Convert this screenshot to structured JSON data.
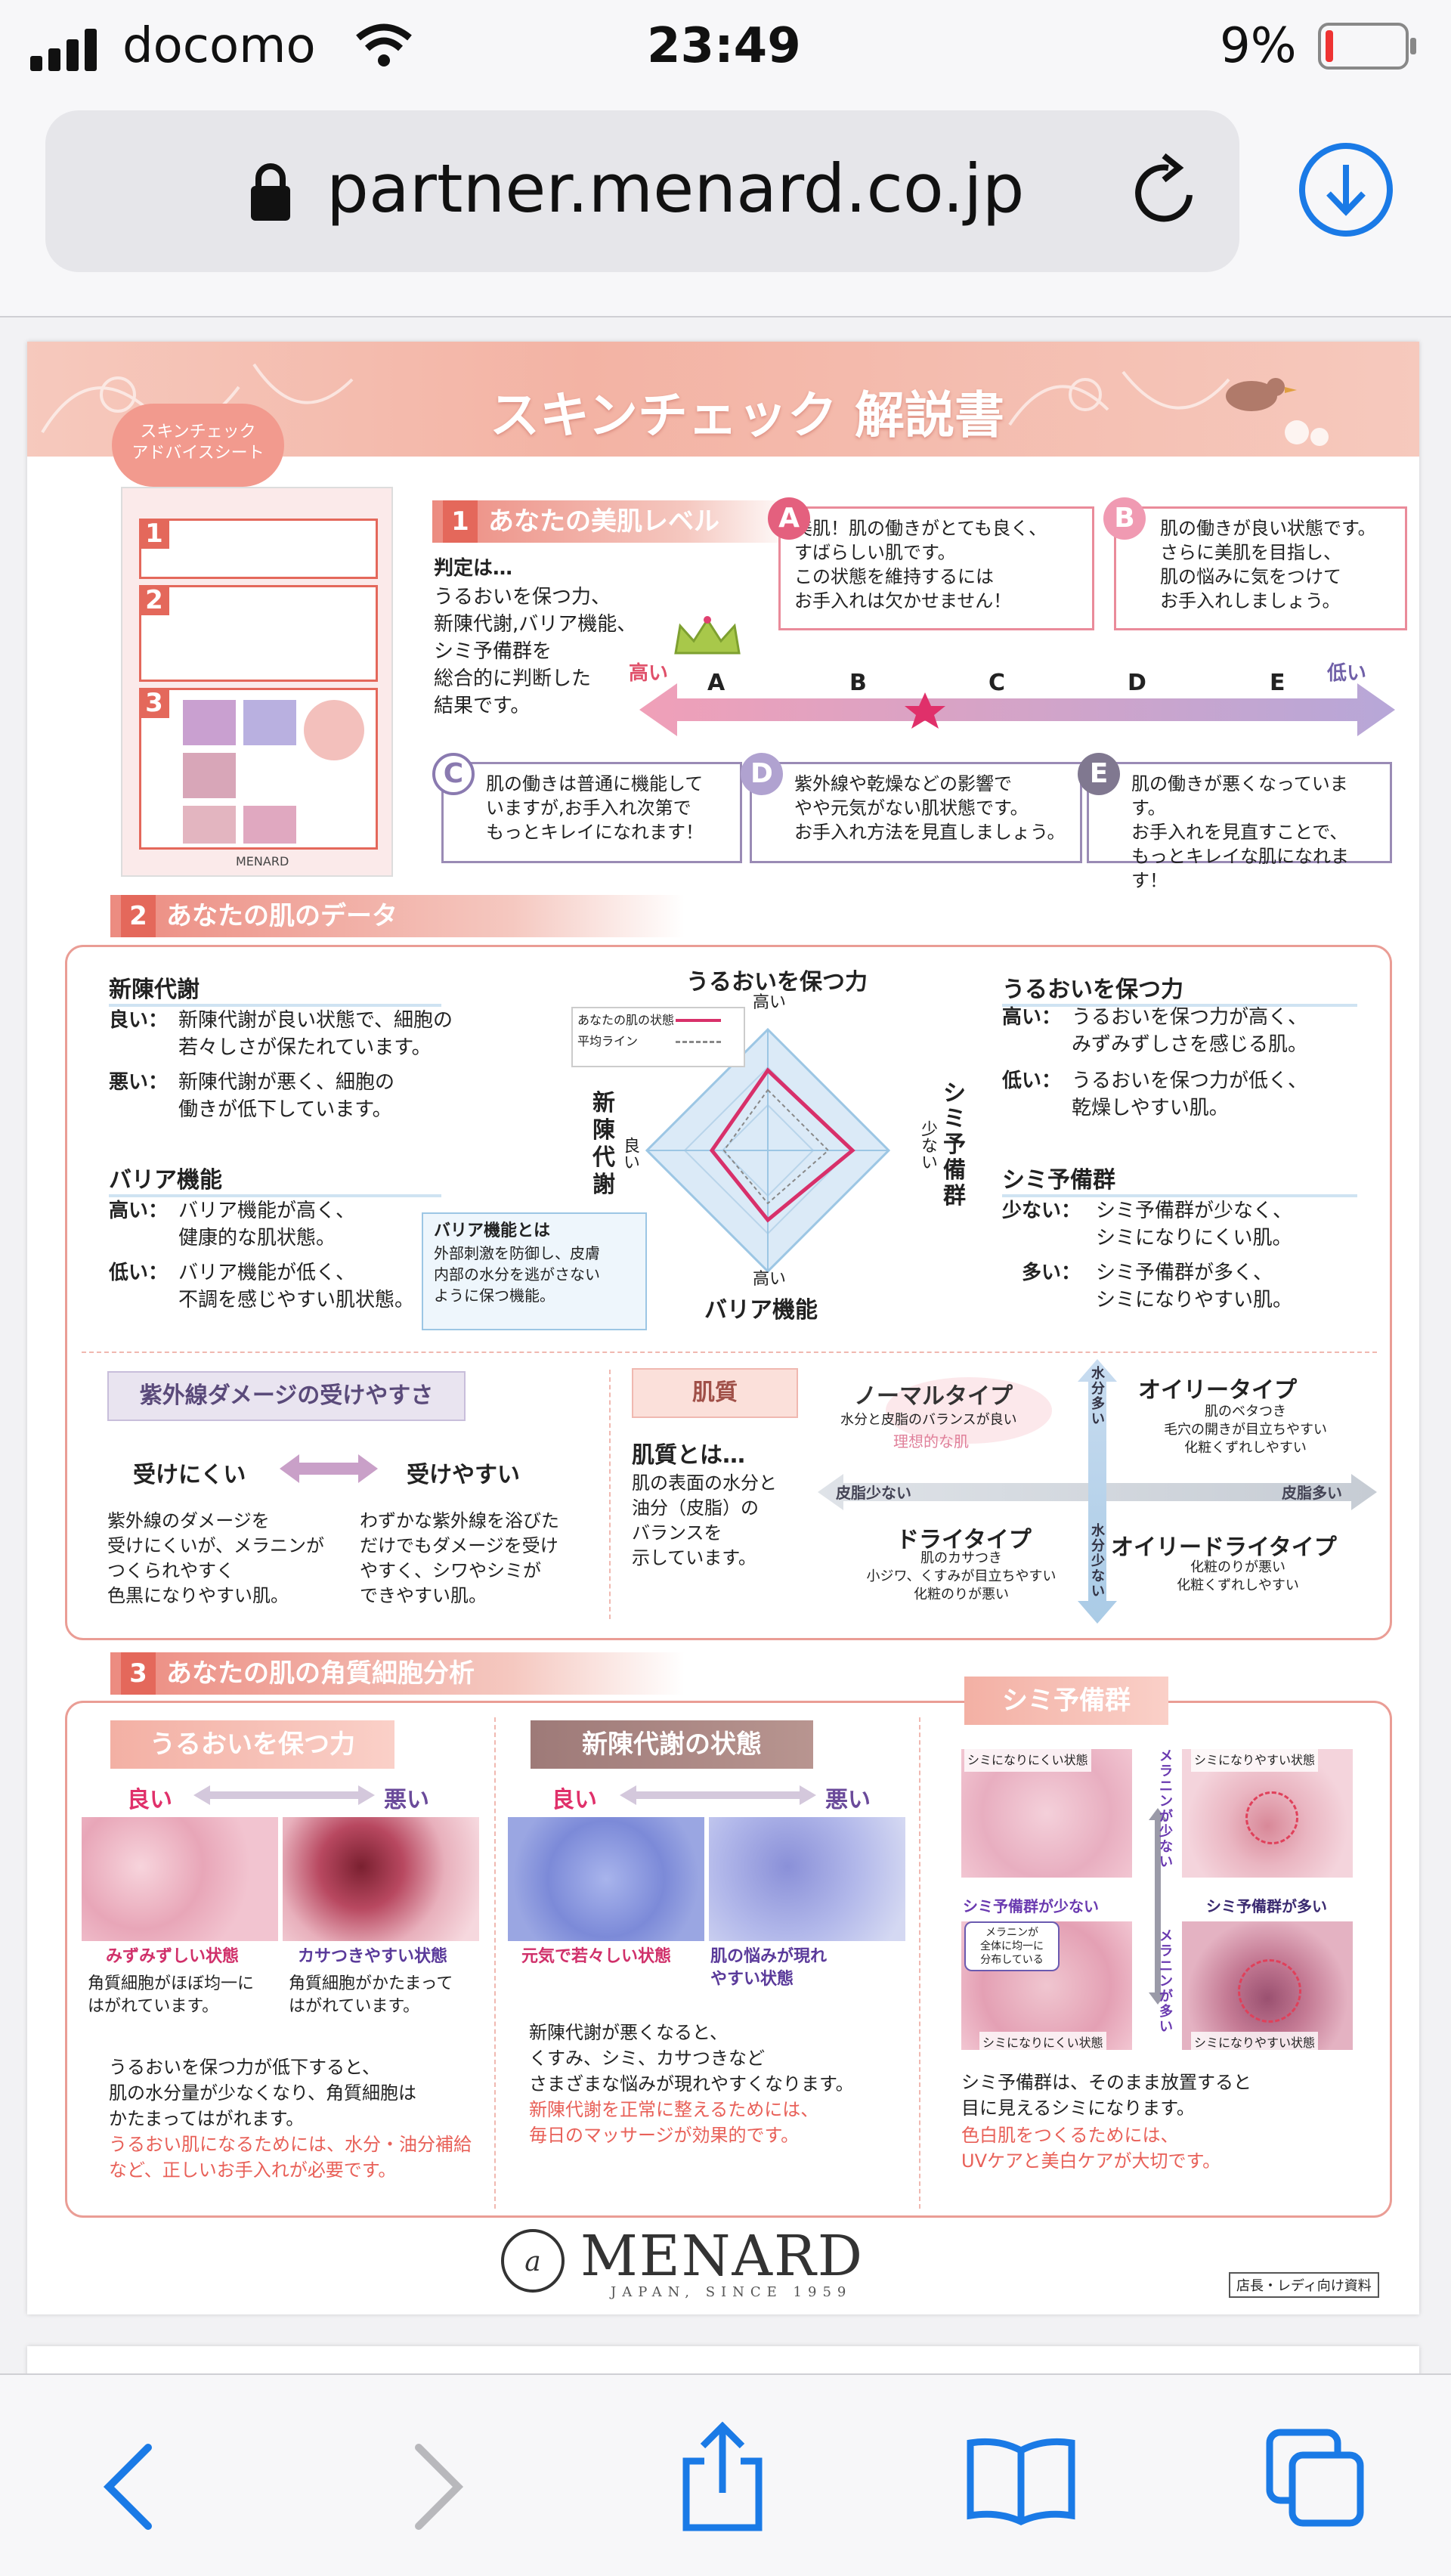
{
  "status": {
    "carrier": "docomo",
    "time": "23:49",
    "battery": "9%"
  },
  "browser": {
    "url": "partner.menard.co.jp"
  },
  "doc": {
    "header_title": "スキンチェック 解説書",
    "cloud_label": "スキンチェック\nアドバイスシート",
    "thumb_nums": [
      "1",
      "2",
      "3"
    ],
    "thumb_brand": "MENARD",
    "s1": {
      "num": "1",
      "title": "あなたの美肌レベル",
      "judge_title": "判定は…",
      "judge_text": "うるおいを保つ力、\n新陳代謝,バリア機能、\nシミ予備群を\n総合的に判断した\n結果です。",
      "high": "高い",
      "low": "低い",
      "levels": [
        "A",
        "B",
        "C",
        "D",
        "E"
      ],
      "notes": [
        {
          "badge": "A",
          "text": "美肌！肌の働きがとても良く、\nすばらしい肌です。\nこの状態を維持するには\nお手入れは欠かせません！"
        },
        {
          "badge": "B",
          "text": "肌の働きが良い状態です。\nさらに美肌を目指し、\n肌の悩みに気をつけて\nお手入れしましょう。"
        },
        {
          "badge": "C",
          "text": "肌の働きは普通に機能して\nいますが,お手入れ次第で\nもっとキレイになれます！"
        },
        {
          "badge": "D",
          "text": "紫外線や乾燥などの影響で\nやや元気がない肌状態です。\nお手入れ方法を見直しましょう。"
        },
        {
          "badge": "E",
          "text": "肌の働きが悪くなっています。\nお手入れを見直すことで、\nもっとキレイな肌になれます！"
        }
      ]
    },
    "s2": {
      "num": "2",
      "title": "あなたの肌のデータ",
      "turnover": {
        "title": "新陳代謝",
        "good_k": "良い：",
        "good": "新陳代謝が良い状態で、細胞の\n若々しさが保たれています。",
        "bad_k": "悪い：",
        "bad": "新陳代謝が悪く、細胞の\n働きが低下しています。"
      },
      "barrier": {
        "title": "バリア機能",
        "high_k": "高い：",
        "high": "バリア機能が高く、\n健康的な肌状態。",
        "low_k": "低い：",
        "low": "バリア機能が低く、\n不調を感じやすい肌状態。"
      },
      "barrier_note": {
        "title": "バリア機能とは",
        "text": "外部刺激を防御し、皮膚\n内部の水分を逃がさない\nように保つ機能。"
      },
      "radar": {
        "top": "うるおいを保つ力",
        "top_sub": "高い",
        "left": "新\n陳\n代\n謝",
        "left_sub": "良い",
        "right": "シ\nミ\n予\n備\n群",
        "right_sub": "少ない",
        "bottom": "バリア機能",
        "bottom_sub": "高い",
        "legend_you": "あなたの肌の状態",
        "legend_avg": "平均ライン"
      },
      "moist": {
        "title": "うるおいを保つ力",
        "high_k": "高い：",
        "high": "うるおいを保つ力が高く、\nみずみずしさを感じる肌。",
        "low_k": "低い：",
        "low": "うるおいを保つ力が低く、\n乾燥しやすい肌。"
      },
      "spot": {
        "title": "シミ予備群",
        "few_k": "少ない：",
        "few": "シミ予備群が少なく、\nシミになりにくい肌。",
        "many_k": "多い：",
        "many": "シミ予備群が多く、\nシミになりやすい肌。"
      },
      "uv": {
        "title": "紫外線ダメージの受けやすさ",
        "hard": "受けにくい",
        "easy": "受けやすい",
        "hard_text": "紫外線のダメージを\n受けにくいが、メラニンが\nつくられやすく\n色黒になりやすい肌。",
        "easy_text": "わずかな紫外線を浴びた\nだけでもダメージを受け\nやすく、シワやシミが\nできやすい肌。"
      },
      "quality": {
        "tag": "肌質",
        "title": "肌質とは…",
        "text": "肌の表面の水分と\n油分（皮脂）の\nバランスを\n示しています。"
      },
      "matrix": {
        "normal": "ノーマルタイプ",
        "normal_d": "水分と皮脂のバランスが良い",
        "normal_ideal": "理想的な肌",
        "oily": "オイリータイプ",
        "oily_d": "肌のベタつき\n毛穴の開きが目立ちやすい\n化粧くずれしやすい",
        "dry": "ドライタイプ",
        "dry_d": "肌のカサつき\n小ジワ、くすみが目立ちやすい\n化粧のりが悪い",
        "oilydry": "オイリードライタイプ",
        "oilydry_d": "化粧のりが悪い\n化粧くずれしやすい",
        "water_many": "水\n分\n多\nい",
        "water_few": "水\n分\n少\nな\nい",
        "sebum_few": "皮脂少ない",
        "sebum_many": "皮脂多い"
      }
    },
    "s3": {
      "num": "3",
      "title": "あなたの肌の角質細胞分析",
      "c1": {
        "title": "うるおいを保つ力",
        "good": "良い",
        "bad": "悪い",
        "cap1": "みずみずしい状態",
        "cap2": "カサつきやすい状態",
        "d1": "角質細胞がほぼ均一に\nはがれています。",
        "d2": "角質細胞がかたまって\nはがれています。",
        "text": "うるおいを保つ力が低下すると、\n肌の水分量が少なくなり、角質細胞は\nかたまってはがれます。",
        "red": "うるおい肌になるためには、水分・油分補給\nなど、正しいお手入れが必要です。"
      },
      "c2": {
        "title": "新陳代謝の状態",
        "good": "良い",
        "bad": "悪い",
        "cap1": "元気で若々しい状態",
        "cap2": "肌の悩みが現れ\nやすい状態",
        "text": "新陳代謝が悪くなると、\nくすみ、シミ、カサつきなど\nさまざまな悩みが現れやすくなります。",
        "red": "新陳代謝を正常に整えるためには、\n毎日のマッサージが効果的です。"
      },
      "c3": {
        "title": "シミ予備群",
        "tl": "シミになりにくい状態",
        "tr": "シミになりやすい状態",
        "bl": "シミになりにくい状態",
        "br": "シミになりやすい状態",
        "few": "シミ予備群が少ない",
        "many": "シミ予備群が多い",
        "mel_few": "メ\nラ\nニ\nン\nが\n少\nな\nい",
        "mel_many": "メ\nラ\nニ\nン\nが\n多\nい",
        "bubble": "メラニンが\n全体に均一に\n分布している",
        "text": "シミ予備群は、そのまま放置すると\n目に見えるシミになります。",
        "red": "色白肌をつくるためには、\nUVケアと美白ケアが大切です。"
      }
    },
    "footer": {
      "brand": "MENARD",
      "since": "JAPAN, SINCE 1959",
      "tag": "店長・レディ向け資料"
    }
  },
  "colors": {
    "accent": "#e4685b",
    "pink": "#e0506a",
    "purple": "#9a8bb5",
    "link": "#1a7ae6"
  }
}
